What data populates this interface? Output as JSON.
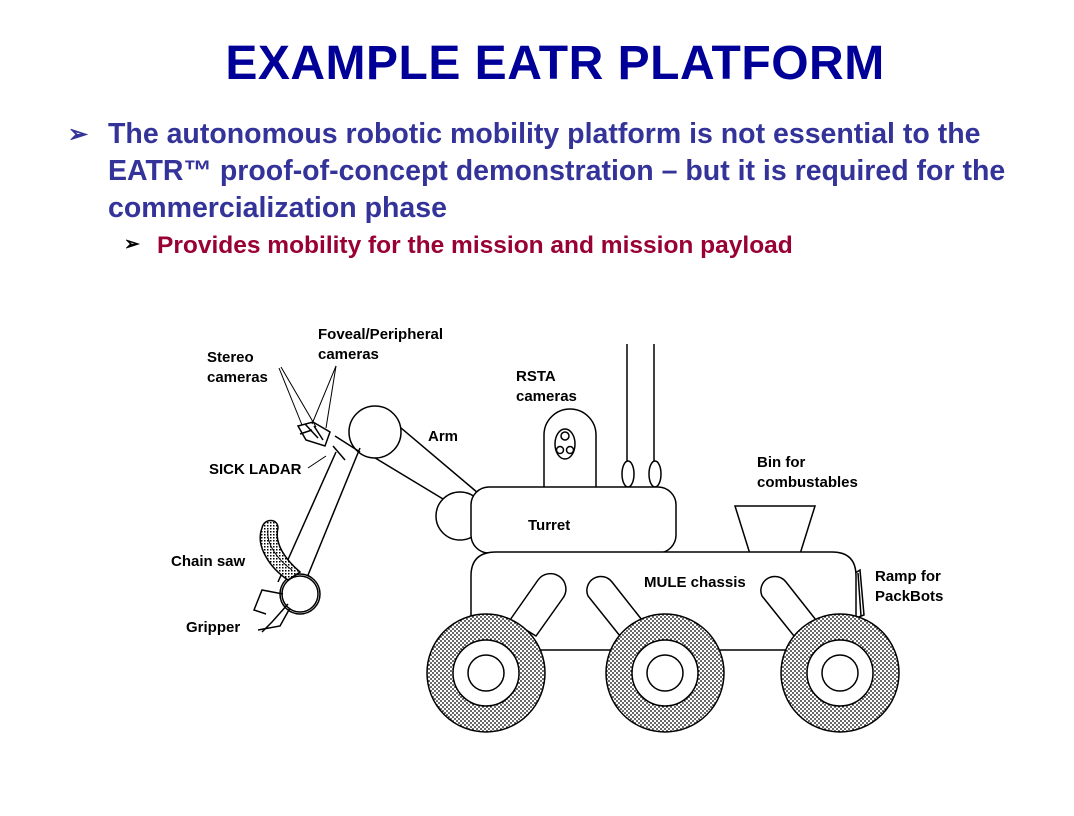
{
  "slide": {
    "title": "EXAMPLE EATR PLATFORM",
    "bullets": [
      {
        "text": "The autonomous robotic mobility platform is not essential to the EATR™ proof-of-concept demonstration – but it is required for the commercialization phase",
        "color": "#333399",
        "sub_bullets": [
          {
            "text": "Provides mobility for the mission and mission payload",
            "color": "#990033"
          }
        ]
      }
    ],
    "title_color": "#000099"
  },
  "diagram": {
    "labels": {
      "foveal": [
        "Foveal/Peripheral",
        "cameras"
      ],
      "stereo": [
        "Stereo",
        "cameras"
      ],
      "rsta": [
        "RSTA",
        "cameras"
      ],
      "arm": "Arm",
      "sick": "SICK LADAR",
      "turret": "Turret",
      "bin": [
        "Bin for",
        "combustables"
      ],
      "chainsaw": "Chain saw",
      "mule": "MULE chassis",
      "ramp": [
        "Ramp for",
        "PackBots"
      ],
      "gripper": "Gripper"
    }
  }
}
